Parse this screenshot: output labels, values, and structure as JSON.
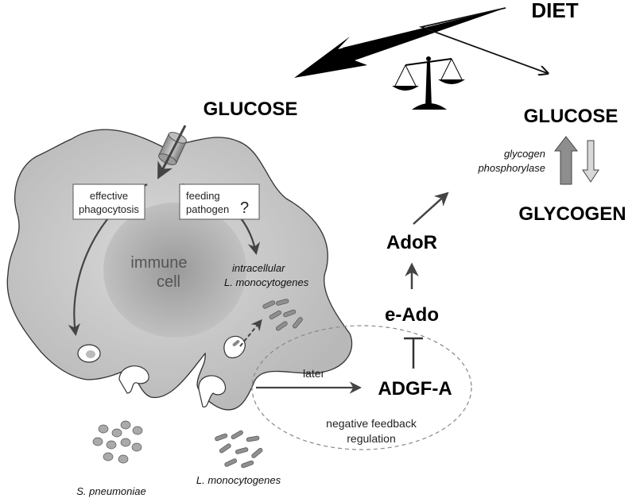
{
  "labels": {
    "diet": "DIET",
    "glucose_left": "GLUCOSE",
    "glucose_right": "GLUCOSE",
    "glycogen": "GLYCOGEN",
    "glycogen_phosphorylase_1": "glycogen",
    "glycogen_phosphorylase_2": "phosphorylase",
    "effective_1": "effective",
    "effective_2": "phagocytosis",
    "feeding_1": "feeding",
    "feeding_2": "pathogen",
    "question_mark": "?",
    "immune_cell_1": "immune",
    "immune_cell_2": "cell",
    "intracellular_1": "intracellular",
    "intracellular_2": "L. monocytogenes",
    "ador": "AdoR",
    "eado": "e-Ado",
    "adgfa": "ADGF-A",
    "later": "later",
    "negative_feedback_1": "negative feedback",
    "negative_feedback_2": "regulation",
    "s_pneumoniae": "S. pneumoniae",
    "l_monocytogenes": "L. monocytogenes"
  },
  "colors": {
    "cell_fill": "#c4c4c4",
    "nucleus_fill": "#a9a9a9",
    "arrow": "#444444",
    "text": "#000000"
  }
}
